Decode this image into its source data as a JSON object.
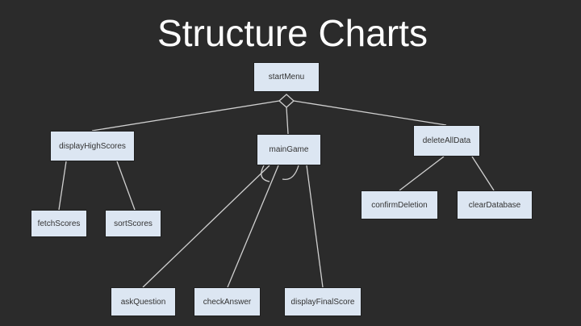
{
  "title": "Structure Charts",
  "nodes": {
    "startMenu": "startMenu",
    "displayHighScores": "displayHighScores",
    "mainGame": "mainGame",
    "deleteAllData": "deleteAllData",
    "fetchScores": "fetchScores",
    "sortScores": "sortScores",
    "confirmDeletion": "confirmDeletion",
    "clearDatabase": "clearDatabase",
    "askQuestion": "askQuestion",
    "checkAnswer": "checkAnswer",
    "displayFinalScore": "displayFinalScore"
  }
}
